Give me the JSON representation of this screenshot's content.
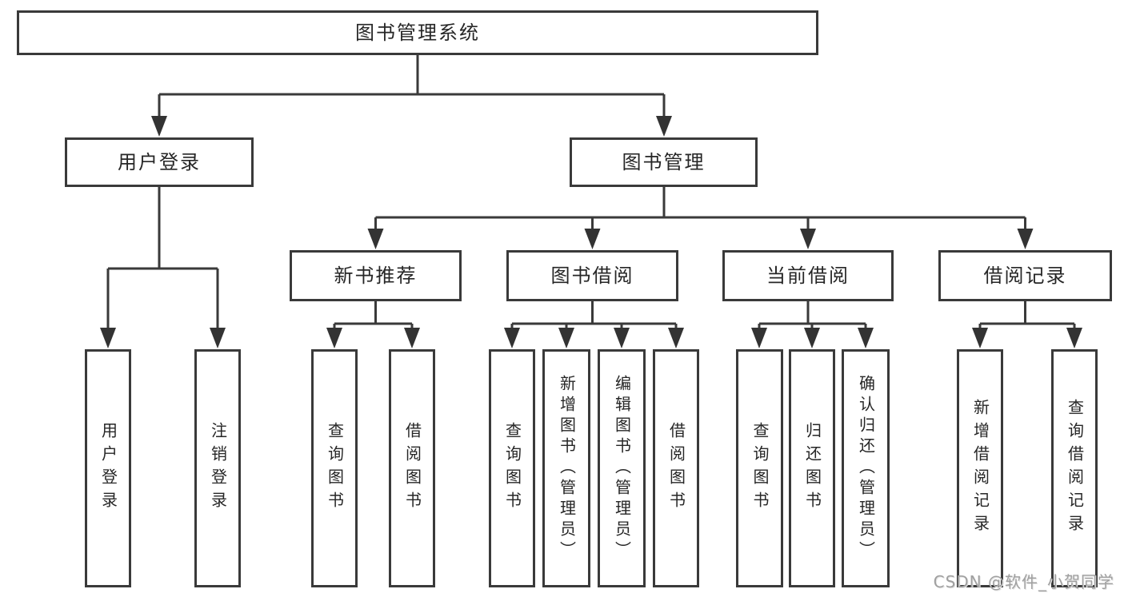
{
  "diagram": {
    "root": {
      "label": "图书管理系统"
    },
    "level1": [
      {
        "label": "用户登录",
        "children": [
          {
            "label": "用户登录"
          },
          {
            "label": "注销登录"
          }
        ]
      },
      {
        "label": "图书管理",
        "children": [
          {
            "label": "新书推荐",
            "children": [
              {
                "label": "查询图书"
              },
              {
                "label": "借阅图书"
              }
            ]
          },
          {
            "label": "图书借阅",
            "children": [
              {
                "label": "查询图书"
              },
              {
                "label": "新增图书（管理员）"
              },
              {
                "label": "编辑图书（管理员）"
              },
              {
                "label": "借阅图书"
              }
            ]
          },
          {
            "label": "当前借阅",
            "children": [
              {
                "label": "查询图书"
              },
              {
                "label": "归还图书"
              },
              {
                "label": "确认归还（管理员）"
              }
            ]
          },
          {
            "label": "借阅记录",
            "children": [
              {
                "label": "新增借阅记录"
              },
              {
                "label": "查询借阅记录"
              }
            ]
          }
        ]
      }
    ]
  },
  "watermark": "CSDN @软件_小贺同学",
  "colors": {
    "line": "#3a3a3a",
    "text": "#262626",
    "box_background": "#ffffff",
    "watermark": "#a0a0a0",
    "background": "#ffffff"
  }
}
